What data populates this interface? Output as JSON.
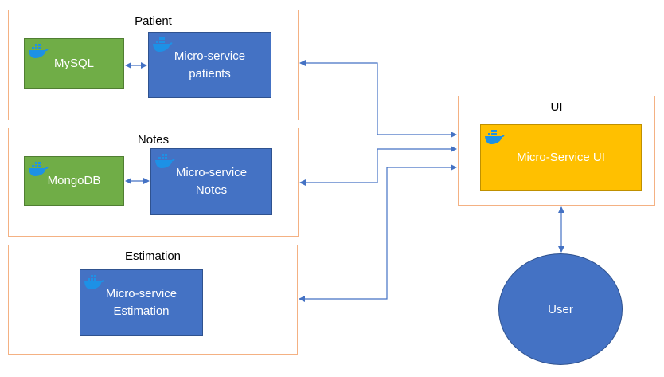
{
  "colors": {
    "group_border": "#f4b183",
    "database": "#70ad47",
    "service": "#4472c4",
    "ui_service": "#ffc000",
    "user": "#4472c4",
    "connector": "#4472c4",
    "docker": "#1d91e6"
  },
  "groups": {
    "patient": {
      "title": "Patient",
      "database": {
        "label": "MySQL",
        "icon": "docker-whale-icon"
      },
      "service": {
        "label": "Micro-service\npatients",
        "icon": "docker-whale-icon"
      }
    },
    "notes": {
      "title": "Notes",
      "database": {
        "label": "MongoDB",
        "icon": "docker-whale-icon"
      },
      "service": {
        "label": "Micro-service\nNotes",
        "icon": "docker-whale-icon"
      }
    },
    "estimation": {
      "title": "Estimation",
      "service": {
        "label": "Micro-service\nEstimation",
        "icon": "docker-whale-icon"
      }
    },
    "ui": {
      "title": "UI",
      "service": {
        "label": "Micro-Service UI",
        "icon": "docker-whale-icon"
      }
    }
  },
  "user": {
    "label": "User"
  }
}
